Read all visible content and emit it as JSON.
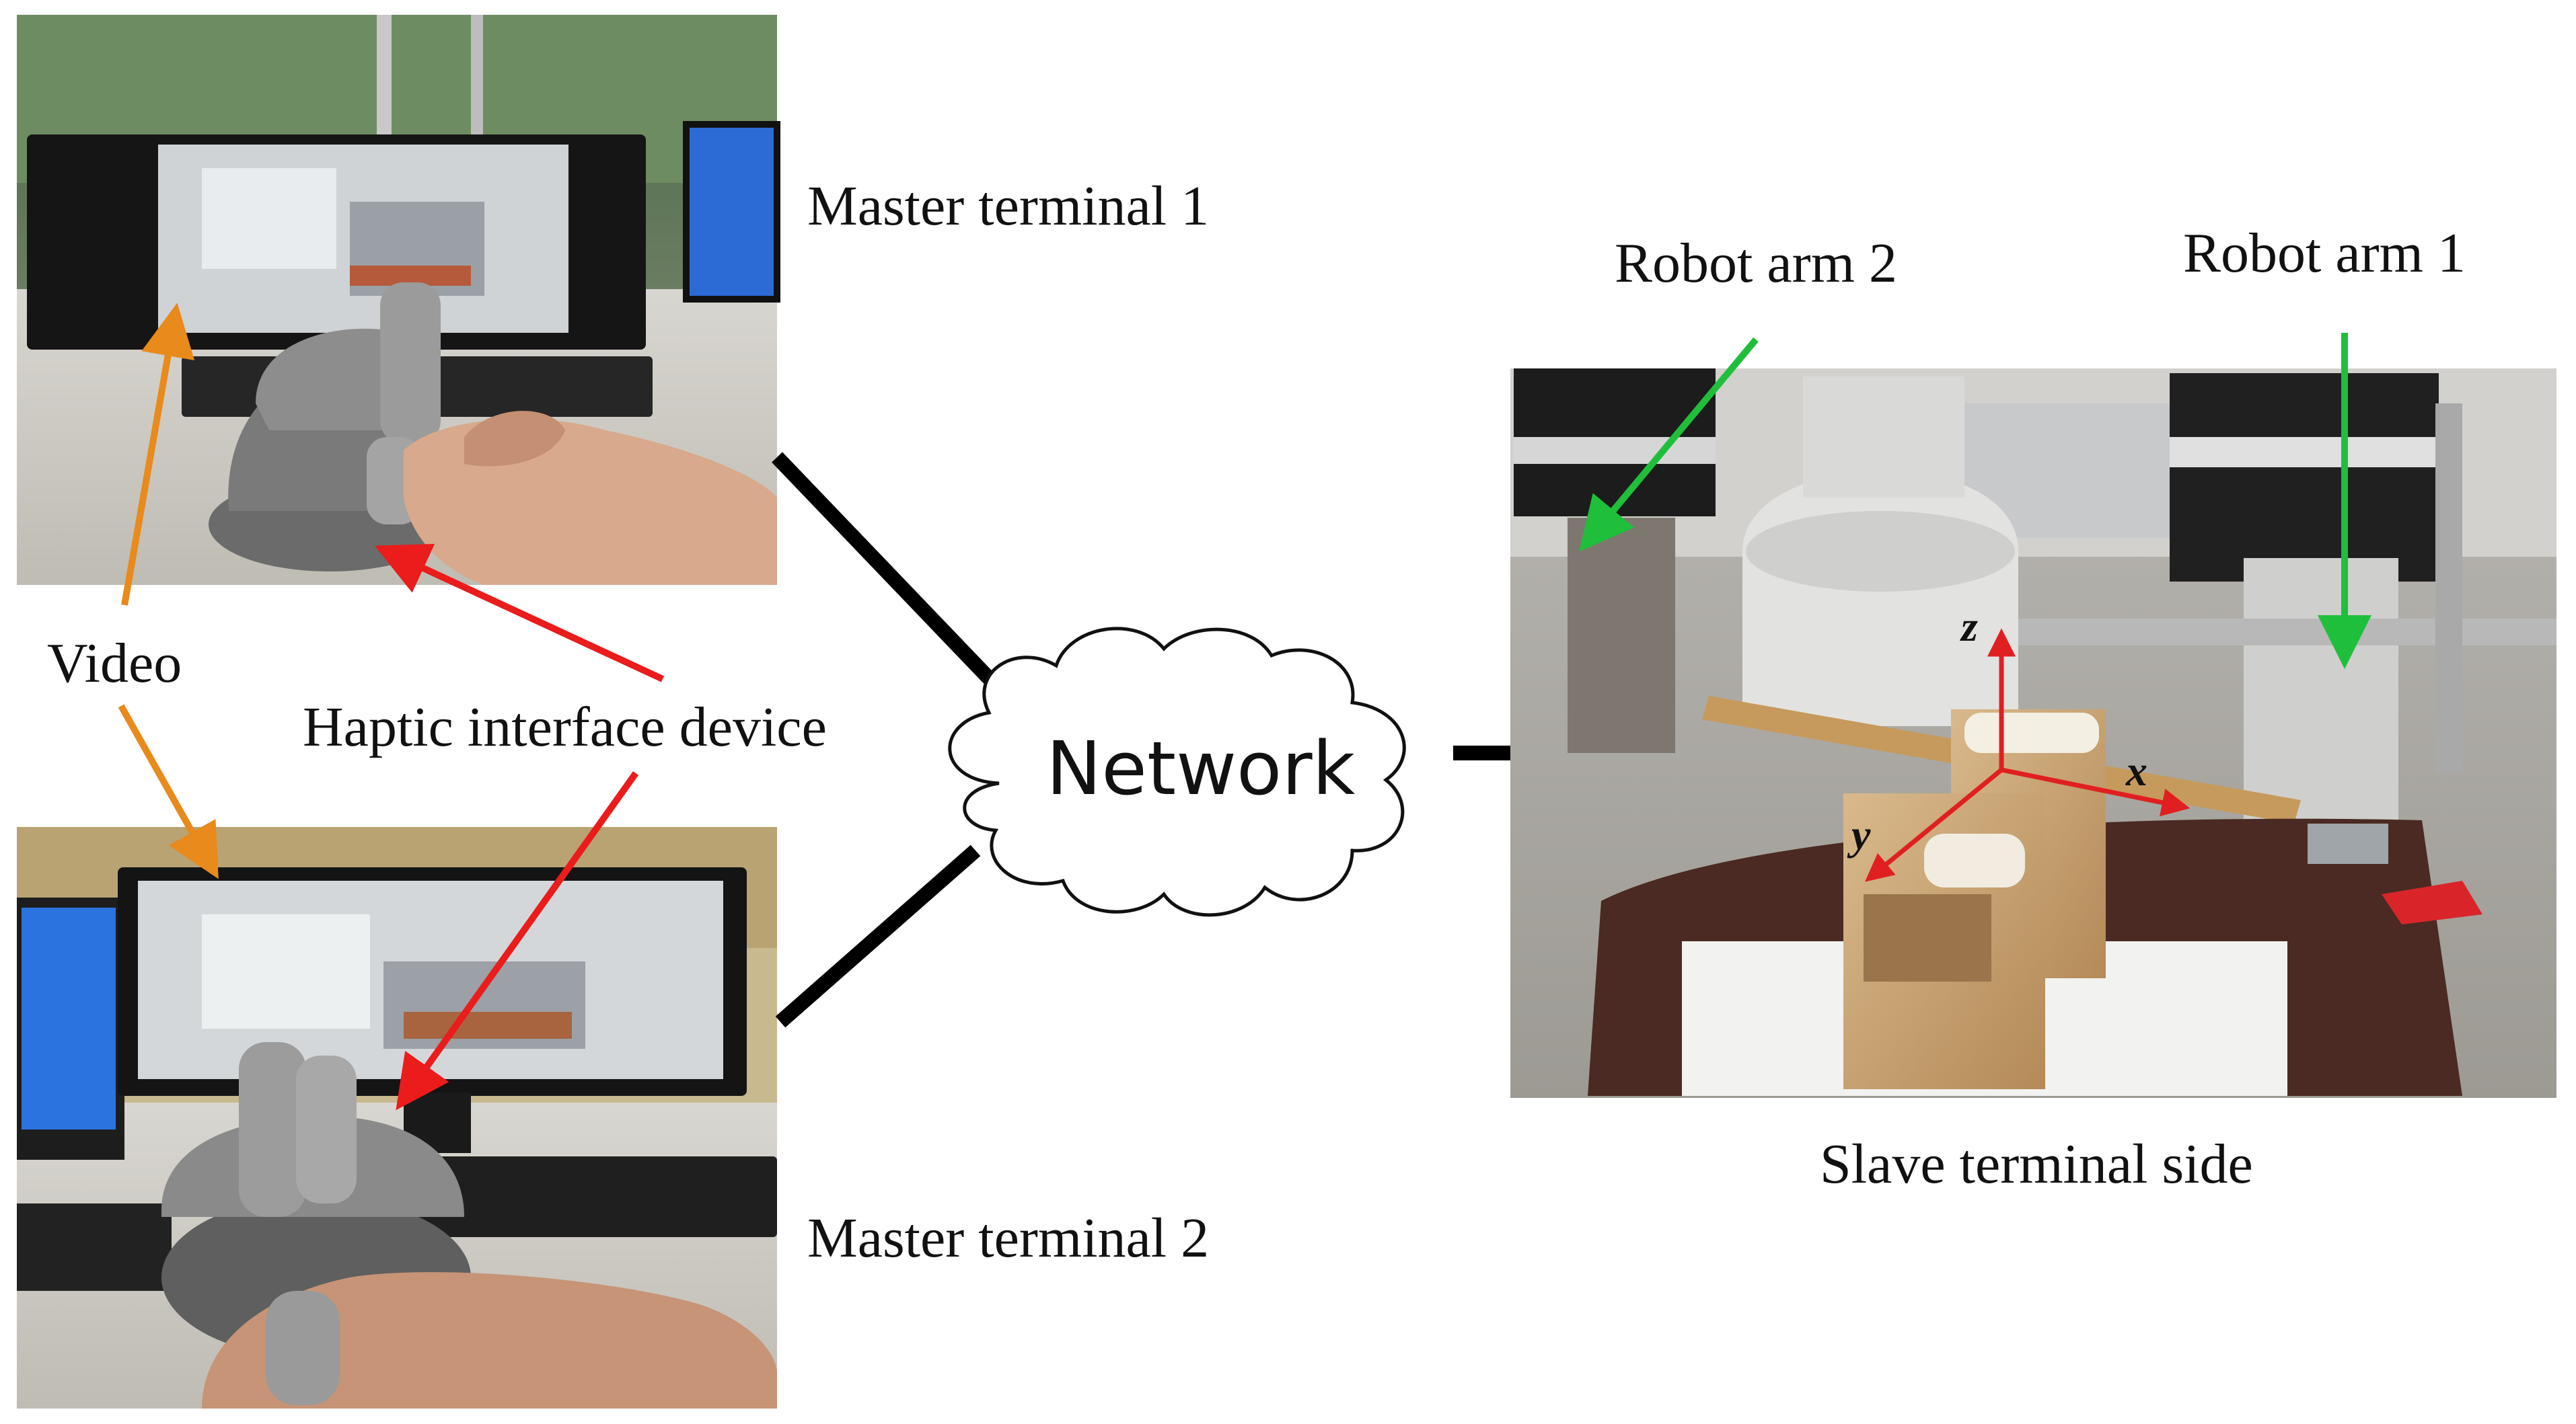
{
  "labels": {
    "master_terminal_1": "Master terminal 1",
    "master_terminal_2": "Master terminal 2",
    "robot_arm_2": "Robot arm 2",
    "robot_arm_1": "Robot arm 1",
    "video": "Video",
    "haptic_interface_device": "Haptic interface device",
    "network": "Network",
    "slave_terminal_side": "Slave terminal side"
  },
  "axes": {
    "z": "z",
    "x": "x",
    "y": "y"
  },
  "colors": {
    "video_arrow": "#e88a1c",
    "haptic_arrow": "#ea1c1c",
    "robot_arrow": "#1fbf3c",
    "axis_arrow": "#e02020",
    "link_line": "#000000"
  }
}
